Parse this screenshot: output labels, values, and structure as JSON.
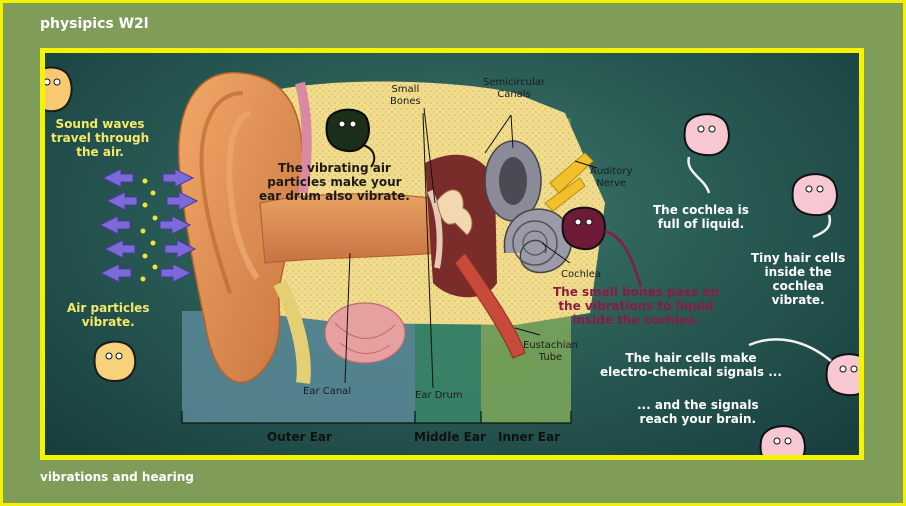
{
  "header": {
    "title": "physipics W2l",
    "subtitle": "vibrations and hearing"
  },
  "labels": {
    "small_bones": "Small\nBones",
    "semicircular_canals": "Semicircular\nCanals",
    "auditory_nerve": "Auditory\nNerve",
    "cochlea": "Cochlea",
    "eustachian_tube": "Eustachian\nTube",
    "ear_canal": "Ear Canal",
    "ear_drum": "Ear Drum"
  },
  "sections": {
    "outer": "Outer Ear",
    "middle": "Middle Ear",
    "inner": "Inner Ear"
  },
  "notes": {
    "sound_waves": "Sound waves\ntravel through\nthe air.",
    "air_particles": "Air particles\nvibrate.",
    "ear_drum": "The vibrating air\nparticles make your\near drum also vibrate.",
    "small_bones": "The small bones pass on\nthe vibrations to liquid\ninside the cochlea.",
    "cochlea_liquid": "The cochlea is\nfull of liquid.",
    "hair_cells": "Tiny hair cells\ninside the\ncochlea\nvibrate.",
    "signals": "The hair cells make\nelectro-chemical signals ...",
    "brain": "... and the signals\nreach your brain."
  },
  "colors": {
    "border": "#f4f400",
    "outer_band": "#5c8c9c",
    "middle_band": "#3d8a6a",
    "inner_band": "#7ea85a",
    "ear_skin": "#d98a4e"
  }
}
